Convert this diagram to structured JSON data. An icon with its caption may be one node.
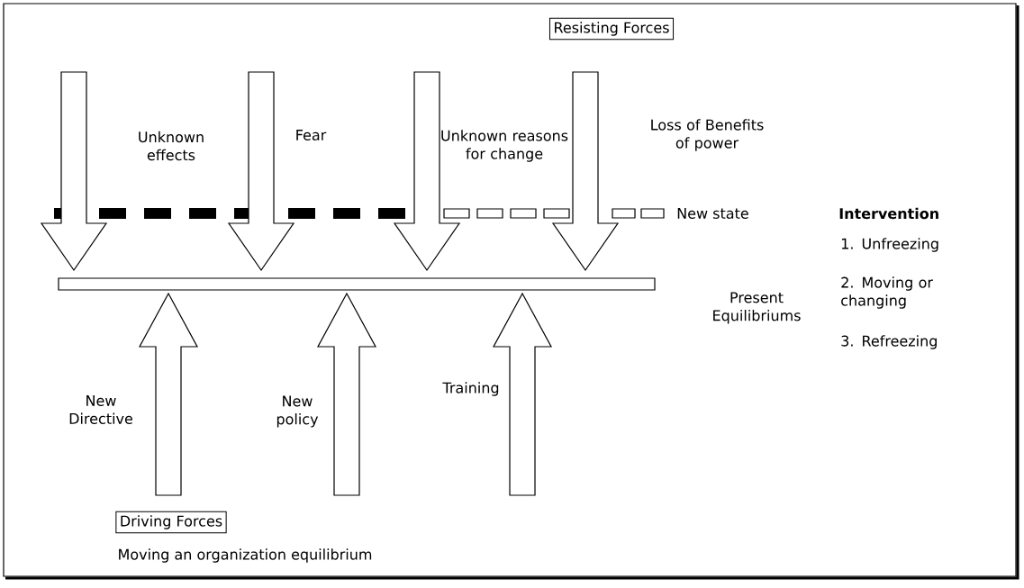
{
  "diagram": {
    "caption": "Moving an organization equilibrium",
    "nodes": [
      {
        "text": [
          "Resisting Forces"
        ]
      },
      {
        "text": [
          "Driving Forces"
        ]
      }
    ],
    "labels": [
      "Present Equilibriums",
      "Unknown effects",
      "Fear",
      "Unknown reasons for change",
      "Loss of Benefits of power",
      "New state",
      "Intervention",
      "1. Unfreezing",
      "2. Moving or changing",
      "3. Refreezing",
      "New Directive",
      "New policy",
      "Training"
    ]
  }
}
